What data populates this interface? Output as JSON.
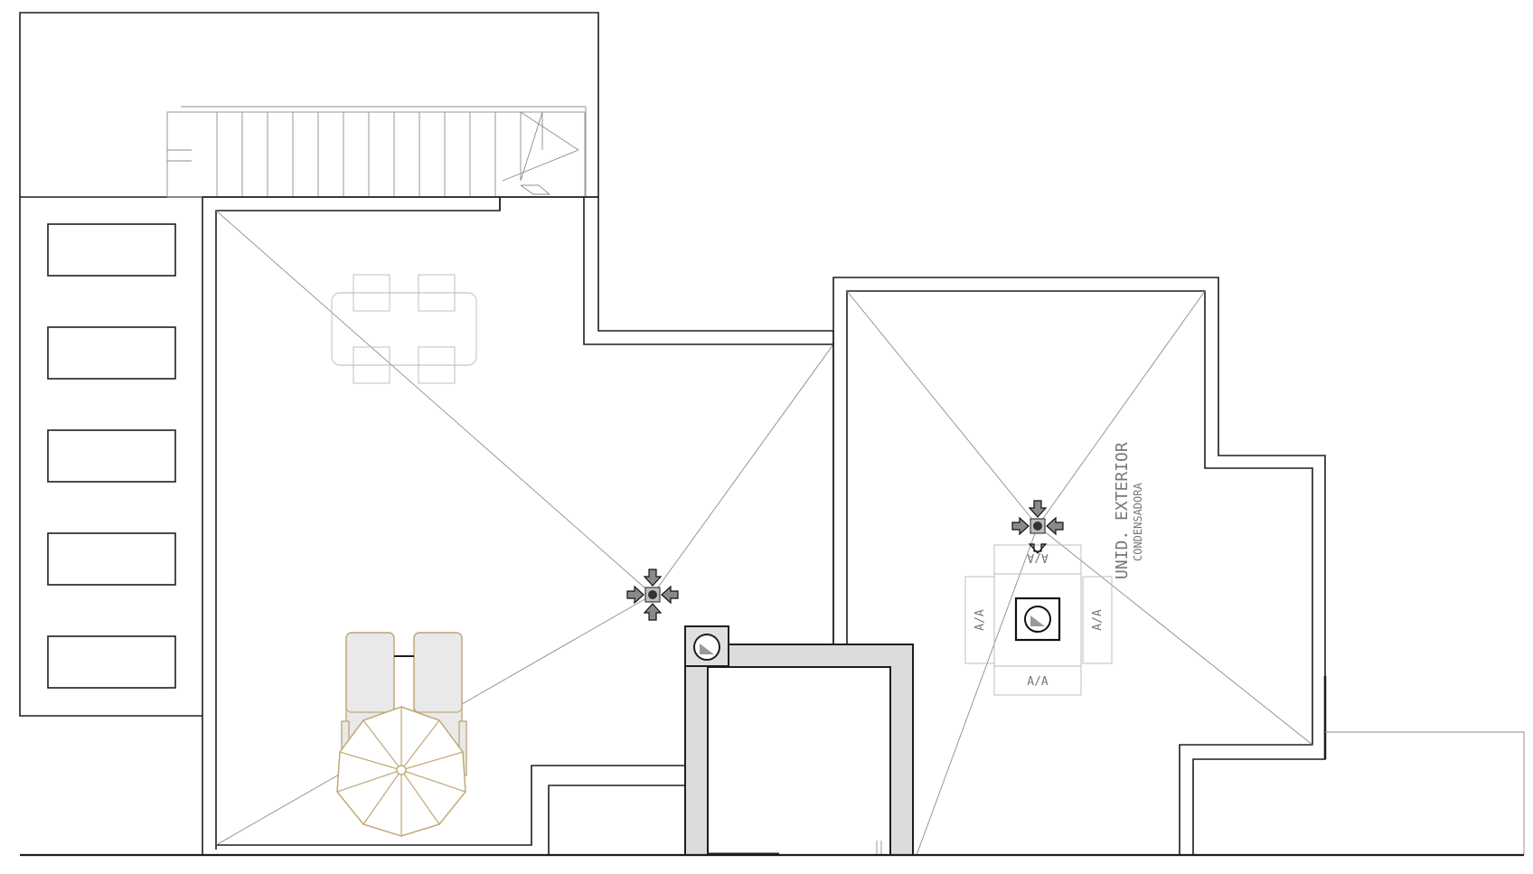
{
  "drawing": {
    "labels": {
      "unit_exterior": "UNID. EXTERIOR",
      "condensadora": "CONDENSADORA",
      "aa_top": "A/A",
      "aa_bottom": "A/A",
      "aa_left": "A/A",
      "aa_right": "A/A"
    },
    "icons": {
      "drain": "roof-drain-icon",
      "chimney": "chimney-duct-icon",
      "umbrella": "parasol-icon"
    },
    "colors": {
      "line": "#1e1e1e",
      "thin_line": "#8c8c8c",
      "furniture_outline": "#c2a878",
      "fill_grey": "#dcdcdc"
    }
  }
}
